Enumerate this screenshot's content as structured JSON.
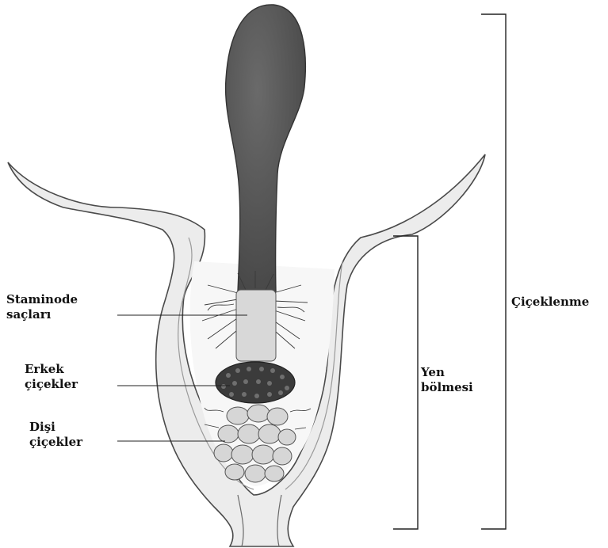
{
  "labels": {
    "staminode": {
      "line1": "Staminode",
      "line2": "saçları"
    },
    "erkek": {
      "line1": "Erkek",
      "line2": "çiçekler"
    },
    "disi": {
      "line1": "Dişi",
      "line2": "çiçekler"
    },
    "yen": {
      "line1": "Yen",
      "line2": "bölmesi"
    },
    "ciceklenme": "Çiçeklenme"
  },
  "colors": {
    "spadix": "#555555",
    "spathe_fill": "#ececec",
    "spathe_outline": "#4a4a4a",
    "bracket": "#222222",
    "label_text": "#111111"
  }
}
